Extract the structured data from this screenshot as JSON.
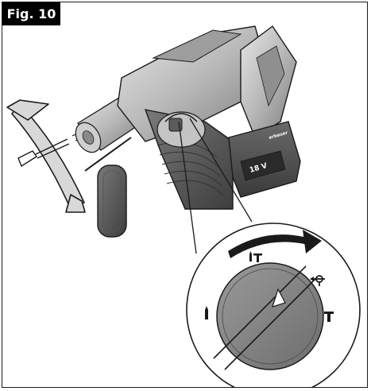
{
  "figure": {
    "label": "Fig. 10",
    "battery_voltage": "18 V",
    "battery_brand": "erbauer"
  }
}
